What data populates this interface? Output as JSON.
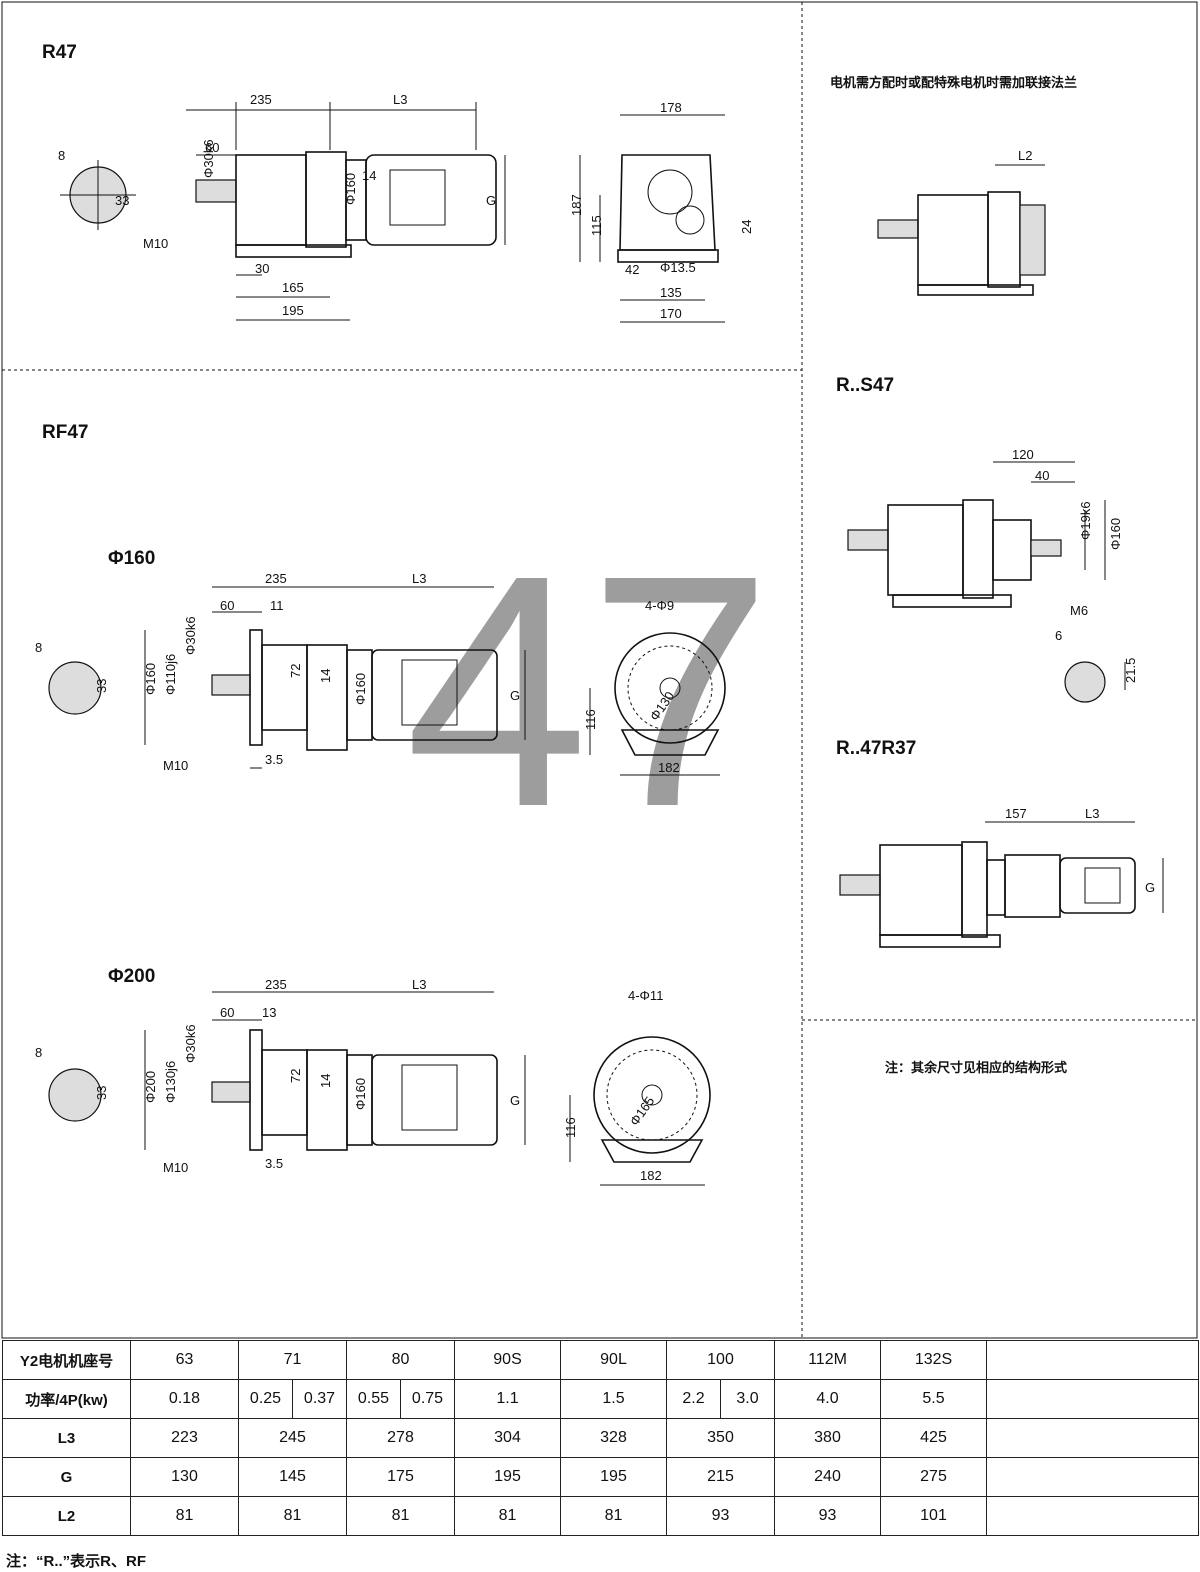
{
  "sections": {
    "r47": "R47",
    "rf47": "RF47",
    "phi160": "Φ160",
    "phi200": "Φ200",
    "rs47": "R..S47",
    "r47r37": "R..47R37"
  },
  "notes": {
    "flange": "电机需方配时或配特殊电机时需加联接法兰",
    "other": "注：其余尺寸见相应的结构形式",
    "footer": "注：“R..”表示R、RF"
  },
  "watermark": "47",
  "dims": {
    "r47": [
      "235",
      "L3",
      "60",
      "Φ30k6",
      "Φ160",
      "14",
      "G",
      "30",
      "165",
      "195",
      "8",
      "33",
      "M10"
    ],
    "r47_end": [
      "178",
      "187",
      "115",
      "24",
      "42",
      "Φ13.5",
      "135",
      "170"
    ],
    "l2": "L2",
    "rs47": [
      "120",
      "40",
      "Φ19k6",
      "Φ160",
      "M6",
      "6",
      "21.5"
    ],
    "r47r37": [
      "157",
      "L3",
      "G"
    ],
    "p160": [
      "235",
      "L3",
      "60",
      "11",
      "Φ30k6",
      "Φ110j6",
      "Φ160",
      "72",
      "14",
      "Φ160",
      "G",
      "M10",
      "3.5",
      "8",
      "33",
      "4-Φ9",
      "Φ130",
      "116",
      "182"
    ],
    "p200": [
      "235",
      "L3",
      "60",
      "13",
      "Φ30k6",
      "Φ130j6",
      "Φ200",
      "72",
      "14",
      "Φ160",
      "G",
      "M10",
      "3.5",
      "8",
      "33",
      "4-Φ11",
      "Φ165",
      "116",
      "182"
    ]
  },
  "table": {
    "rows": [
      {
        "label": "Y2电机机座号",
        "cells": [
          [
            "63"
          ],
          [
            "71"
          ],
          [
            "80"
          ],
          [
            "90S"
          ],
          [
            "90L"
          ],
          [
            "100"
          ],
          [
            "112M"
          ],
          [
            "132S"
          ],
          [
            ""
          ]
        ]
      },
      {
        "label": "功率/4P(kw)",
        "cells": [
          [
            "0.18"
          ],
          [
            "0.25",
            "0.37"
          ],
          [
            "0.55",
            "0.75"
          ],
          [
            "1.1"
          ],
          [
            "1.5"
          ],
          [
            "2.2",
            "3.0"
          ],
          [
            "4.0"
          ],
          [
            "5.5"
          ],
          [
            ""
          ]
        ]
      },
      {
        "label": "L3",
        "cells": [
          [
            "223"
          ],
          [
            "245"
          ],
          [
            "278"
          ],
          [
            "304"
          ],
          [
            "328"
          ],
          [
            "350"
          ],
          [
            "380"
          ],
          [
            "425"
          ],
          [
            ""
          ]
        ]
      },
      {
        "label": "G",
        "cells": [
          [
            "130"
          ],
          [
            "145"
          ],
          [
            "175"
          ],
          [
            "195"
          ],
          [
            "195"
          ],
          [
            "215"
          ],
          [
            "240"
          ],
          [
            "275"
          ],
          [
            ""
          ]
        ]
      },
      {
        "label": "L2",
        "cells": [
          [
            "81"
          ],
          [
            "81"
          ],
          [
            "81"
          ],
          [
            "81"
          ],
          [
            "81"
          ],
          [
            "93"
          ],
          [
            "93"
          ],
          [
            "101"
          ],
          [
            ""
          ]
        ]
      }
    ]
  }
}
